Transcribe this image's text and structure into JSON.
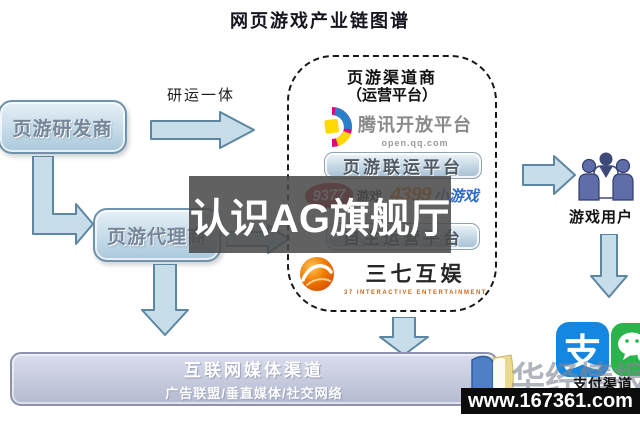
{
  "title": "网页游戏产业链图谱",
  "edge_labels": {
    "dev_to_channel": "研运一体"
  },
  "nodes": {
    "developer": "页游研发商",
    "agent": "页游代理商",
    "game_users": "游戏用户",
    "channel": {
      "title": "页游渠道商",
      "subtitle": "（运营平台）",
      "tencent_name": "腾讯开放平台",
      "tencent_domain": "open.qq.com",
      "joint_platform": "页游联运平台",
      "brand_9377": "9377",
      "brand_9377_suffix": "游戏",
      "brand_4399": "4399",
      "brand_4399_suffix": "小游戏",
      "self_platform": "自主运营平台",
      "sqwan_name": "三七互娱",
      "sqwan_sub": "37 INTERACTIVE ENTERTAINMENT"
    },
    "media": {
      "title": "互联网媒体渠道",
      "subtitle": "广告联盟/垂直媒体/社交网络"
    },
    "payment_label": "支付渠道",
    "alipay_glyph": "支"
  },
  "watermarks": {
    "center_overlay": "认识AG旗舰厅",
    "site_url": "www.167361.com",
    "brand": "华经情报网"
  },
  "colors": {
    "node_border": "#6f93ab",
    "arrow_fill": "#c7deea",
    "arrow_border": "#5d86a2",
    "media_bar_fill": "#c3c8db",
    "overlay_bg": "#4a4a4a",
    "alipay_blue": "#1587e0",
    "wechat_green": "#2bb34c",
    "brand_9377_red": "#c01e24",
    "brand_4399_orange": "#ff7200",
    "tencent_text_gray": "#8a8a8a"
  }
}
